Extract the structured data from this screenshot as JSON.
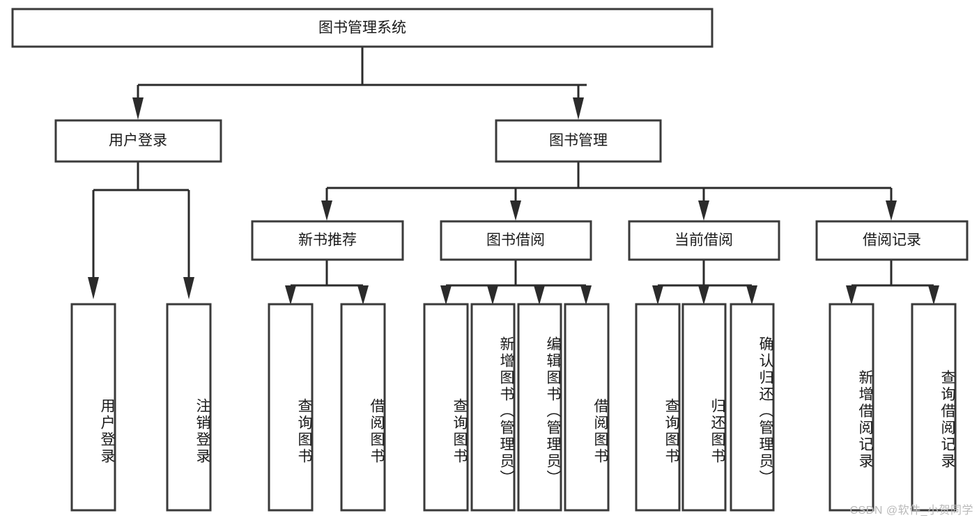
{
  "diagram": {
    "title": "图书管理系统",
    "type": "tree-hierarchy-diagram",
    "orientation": "top-down",
    "colors": {
      "box_fill": "#ffffff",
      "box_stroke": "#3a3a3a",
      "connector": "#2b2b2b",
      "text": "#1a1a1a",
      "background": "#ffffff",
      "watermark": "#b9b9b9"
    },
    "root": {
      "label": "图书管理系统"
    },
    "level2": [
      {
        "label": "用户登录"
      },
      {
        "label": "图书管理"
      }
    ],
    "level3": [
      {
        "label": "新书推荐"
      },
      {
        "label": "图书借阅"
      },
      {
        "label": "当前借阅"
      },
      {
        "label": "借阅记录"
      }
    ],
    "leaves": {
      "user_login": [
        {
          "label": "用户登录"
        },
        {
          "label": "注销登录"
        }
      ],
      "new_book_recommend": [
        {
          "label": "查询图书"
        },
        {
          "label": "借阅图书"
        }
      ],
      "book_borrow": [
        {
          "label": "查询图书"
        },
        {
          "label": "新增图书（管理员）"
        },
        {
          "label": "编辑图书（管理员）"
        },
        {
          "label": "借阅图书"
        }
      ],
      "current_borrow": [
        {
          "label": "查询图书"
        },
        {
          "label": "归还图书"
        },
        {
          "label": "确认归还（管理员）"
        }
      ],
      "borrow_record": [
        {
          "label": "新增借阅记录"
        },
        {
          "label": "查询借阅记录"
        }
      ]
    }
  },
  "watermark": {
    "text": "CSDN @软件_小贺同学"
  }
}
